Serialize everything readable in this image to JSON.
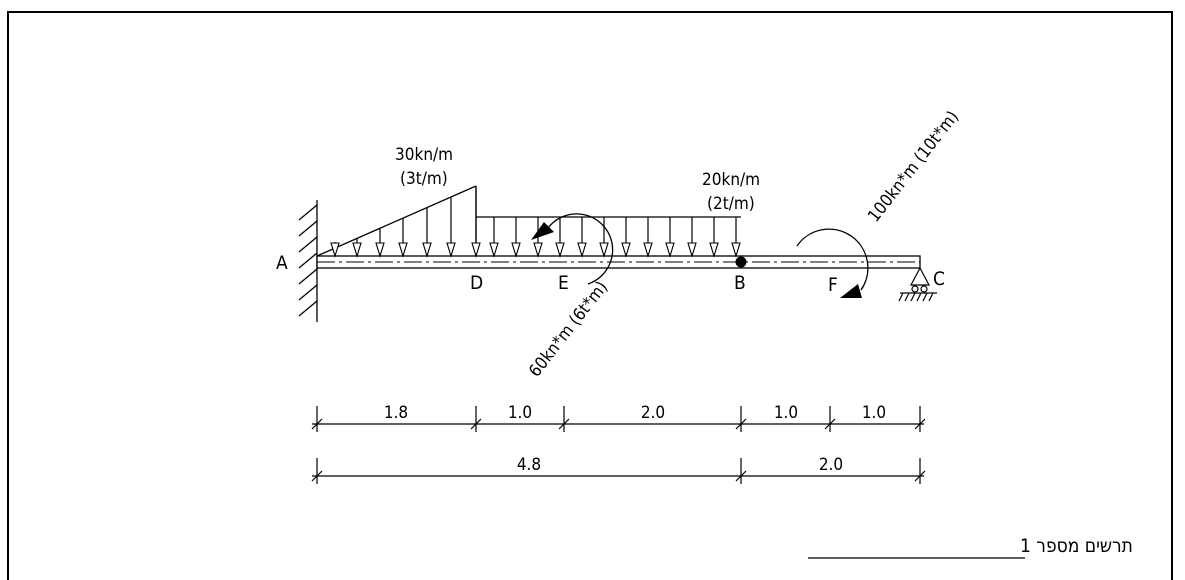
{
  "points": {
    "A": "A",
    "D": "D",
    "E": "E",
    "B": "B",
    "F": "F",
    "C": "C"
  },
  "loads": {
    "triangular": {
      "line1": "30kn/m",
      "line2": "(3t/m)"
    },
    "uniform": {
      "line1": "20kn/m",
      "line2": "(2t/m)"
    },
    "moment_e": "60kn*m (6t*m)",
    "moment_f": "100kn*m (10t*m)"
  },
  "dimensions": {
    "row1": [
      "1.8",
      "1.0",
      "2.0",
      "1.0",
      "1.0"
    ],
    "row2": [
      "4.8",
      "2.0"
    ]
  },
  "caption": "תרשים מספר 1"
}
